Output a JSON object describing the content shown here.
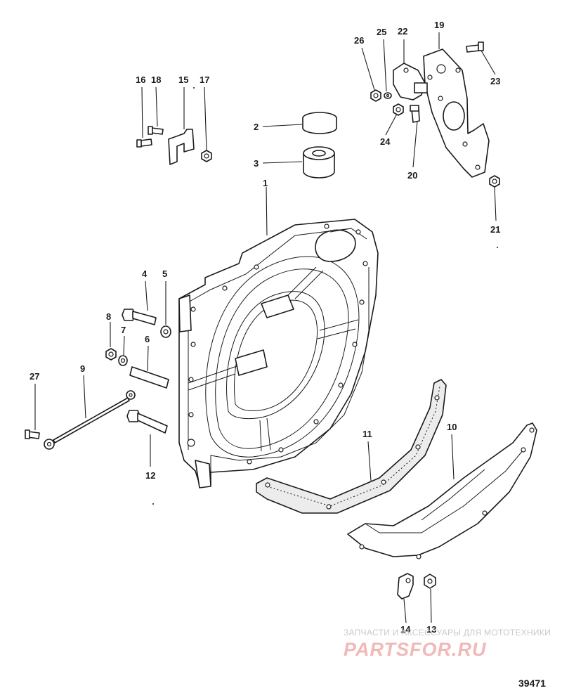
{
  "labels": {
    "p1": "1",
    "p2": "2",
    "p3": "3",
    "p4": "4",
    "p5": "5",
    "p6": "6",
    "p7": "7",
    "p8": "8",
    "p9": "9",
    "p10": "10",
    "p11": "11",
    "p12": "12",
    "p13": "13",
    "p14": "14",
    "p15": "15",
    "p16": "16",
    "p17": "17",
    "p18": "18",
    "p19": "19",
    "p20": "20",
    "p21": "21",
    "p22": "22",
    "p23": "23",
    "p24": "24",
    "p25": "25",
    "p26": "26",
    "p27": "27"
  },
  "watermark": {
    "tagline": "ЗАПЧАСТИ И АКСЕССУАРЫ ДЛЯ МОТОТЕХНИКИ",
    "logo_a": "PARTS",
    "logo_b": "FOR",
    "logo_c": ".RU",
    "color": "#f2b8b8"
  },
  "diagram_code": "39471"
}
